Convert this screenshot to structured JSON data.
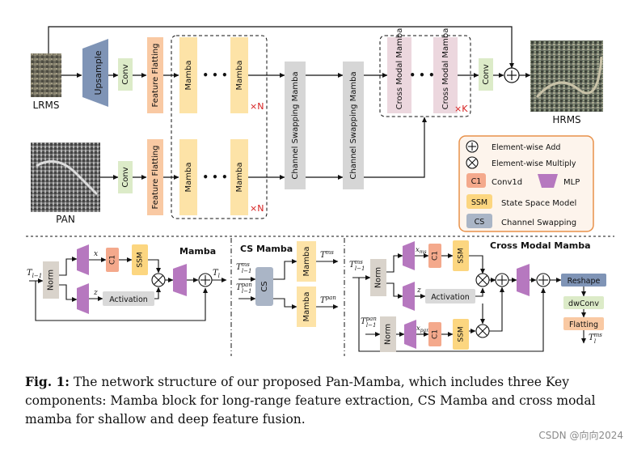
{
  "top": {
    "lrms_label": "LRMS",
    "pan_label": "PAN",
    "hrms_label": "HRMS",
    "upsample": "Upsample",
    "conv": "Conv",
    "feature_flatting": "Feature Flatting",
    "mamba": "Mamba",
    "dots": "• • •",
    "repeat_n": "×N",
    "repeat_k": "×K",
    "channel_swapping_mamba": "Channel Swapping Mamba",
    "cross_modal_mamba": "Cross Modal Mamba"
  },
  "legend": {
    "add": "Element-wise Add",
    "multiply": "Element-wise Multiply",
    "c1_badge": "C1",
    "c1_text": "Conv1d",
    "mlp_text": "MLP",
    "ssm_badge": "SSM",
    "ssm_text": "State Space Model",
    "cs_badge": "CS",
    "cs_text": "Channel Swapping"
  },
  "mamba_block": {
    "title": "Mamba",
    "t_in": "T",
    "t_in_sub": "l−1",
    "t_out": "T",
    "t_out_sub": "l",
    "norm": "Norm",
    "x": "x",
    "z": "z",
    "c1": "C1",
    "ssm": "SSM",
    "activation": "Activation"
  },
  "cs_block": {
    "title": "CS Mamba",
    "in_ms": "T",
    "in_ms_sup": "ms",
    "in_ms_sub": "l−1",
    "in_pan": "T",
    "in_pan_sup": "pan",
    "in_pan_sub": "l−1",
    "cs": "CS",
    "mamba": "Mamba",
    "out_ms": "T",
    "out_ms_sup": "ms",
    "out_pan": "T",
    "out_pan_sup": "pan"
  },
  "cm_block": {
    "title": "Cross Modal Mamba",
    "in_ms": "T",
    "in_ms_sup": "ms",
    "in_ms_sub": "l−1",
    "in_pan": "T",
    "in_pan_sup": "pan",
    "in_pan_sub": "l−1",
    "norm": "Norm",
    "x_ms": "x",
    "x_ms_sub": "ms",
    "x_pan": "x",
    "x_pan_sub": "pan",
    "z": "z",
    "c1": "C1",
    "ssm": "SSM",
    "activation": "Activation",
    "reshape": "Reshape",
    "dwconv": "dwConv",
    "flatting": "Flatting",
    "out": "T",
    "out_sup": "ms",
    "out_sub": "l"
  },
  "caption": {
    "label": "Fig. 1:",
    "text": " The network structure of our proposed Pan-Mamba, which includes three Key components: Mamba block for long-range feature extraction, CS Mamba and cross modal mamba for shallow and deep feature fusion."
  },
  "watermark": "CSDN @向向2024",
  "colors": {
    "mamba": "#fde3a7",
    "feature_flatting": "#f9c9a3",
    "conv": "#dcebc8",
    "upsample": "#7f94b6",
    "csm": "#d6d6d6",
    "cmm": "#ecd7de",
    "c1": "#f4a98c",
    "ssm": "#fcd680",
    "mlp": "#b678bf",
    "cs": "#aab5c6",
    "norm": "#d9d3cb",
    "reshape": "#7f94b6",
    "legend_border": "#e8914a",
    "legend_fill": "#fdf4ec",
    "red": "#d62020"
  }
}
